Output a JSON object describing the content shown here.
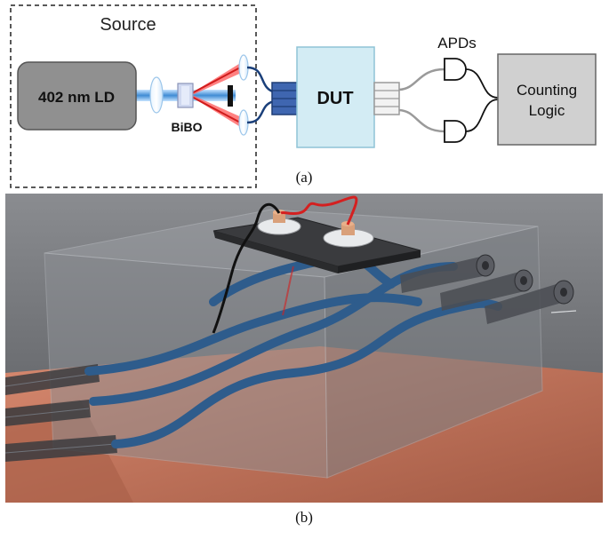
{
  "panel_a": {
    "source_title": "Source",
    "laser_label": "402 nm LD",
    "crystal_label": "BiBO",
    "dut_label": "DUT",
    "detectors_label": "APDs",
    "counting_label_line1": "Counting",
    "counting_label_line2": "Logic",
    "caption": "(a)"
  },
  "panel_b": {
    "caption": "(b)"
  },
  "colors": {
    "pump_beam": "#3a8fd6",
    "photon_pair_beam": "#e0303a",
    "fiber_array": "#4a6fb0",
    "dut_fill": "#d2ecf4",
    "waveguide": "#2f5f8f",
    "substrate": "#c97a62",
    "heater_wire_red": "#d42020"
  }
}
